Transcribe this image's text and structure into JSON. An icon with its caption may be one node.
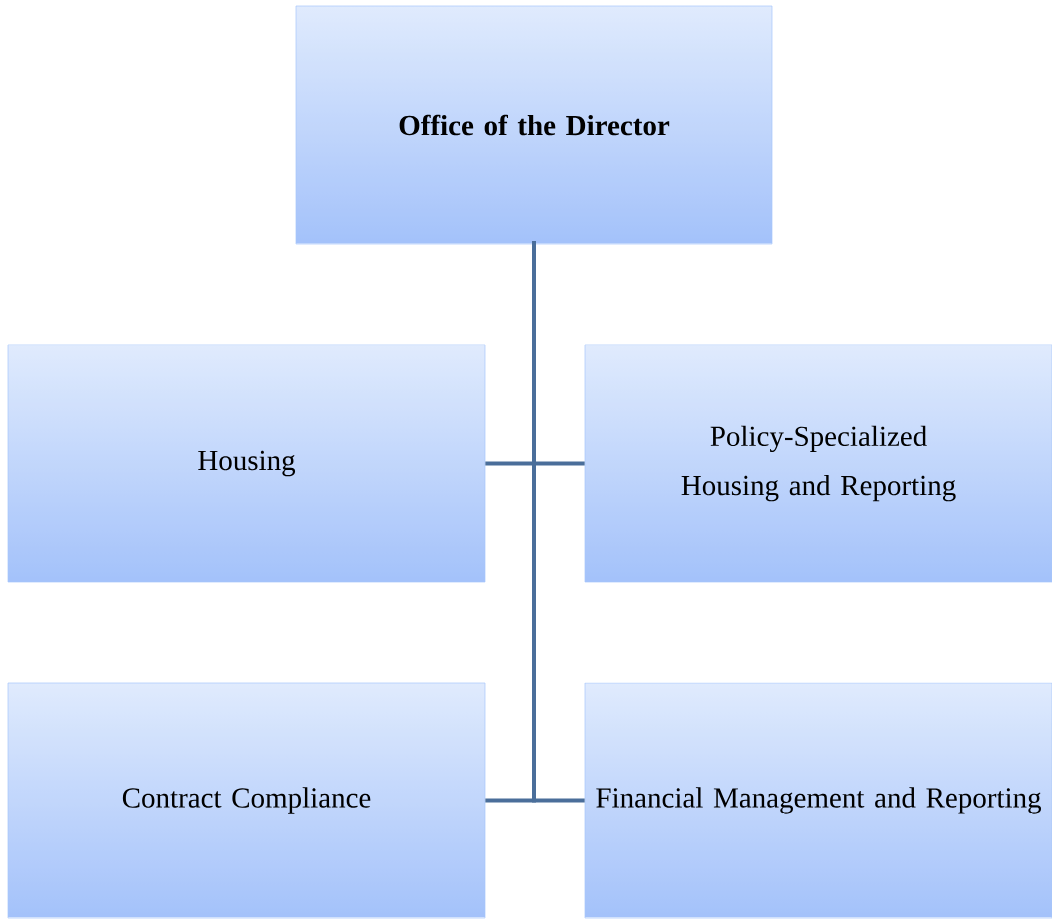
{
  "diagram": {
    "nodes": [
      {
        "text": [
          "Office of the Director"
        ]
      },
      {
        "text": [
          "Housing"
        ]
      },
      {
        "text": [
          "Policy-Specialized Housing and Reporting"
        ]
      },
      {
        "text": [
          "Contract Compliance"
        ]
      },
      {
        "text": [
          "Financial Management and Reporting"
        ]
      }
    ],
    "edges": [
      {
        "from": 0,
        "to": 1,
        "arrow": "none"
      },
      {
        "from": 0,
        "to": 2,
        "arrow": "none"
      },
      {
        "from": 0,
        "to": 3,
        "arrow": "none"
      },
      {
        "from": 0,
        "to": 4,
        "arrow": "none"
      }
    ]
  }
}
